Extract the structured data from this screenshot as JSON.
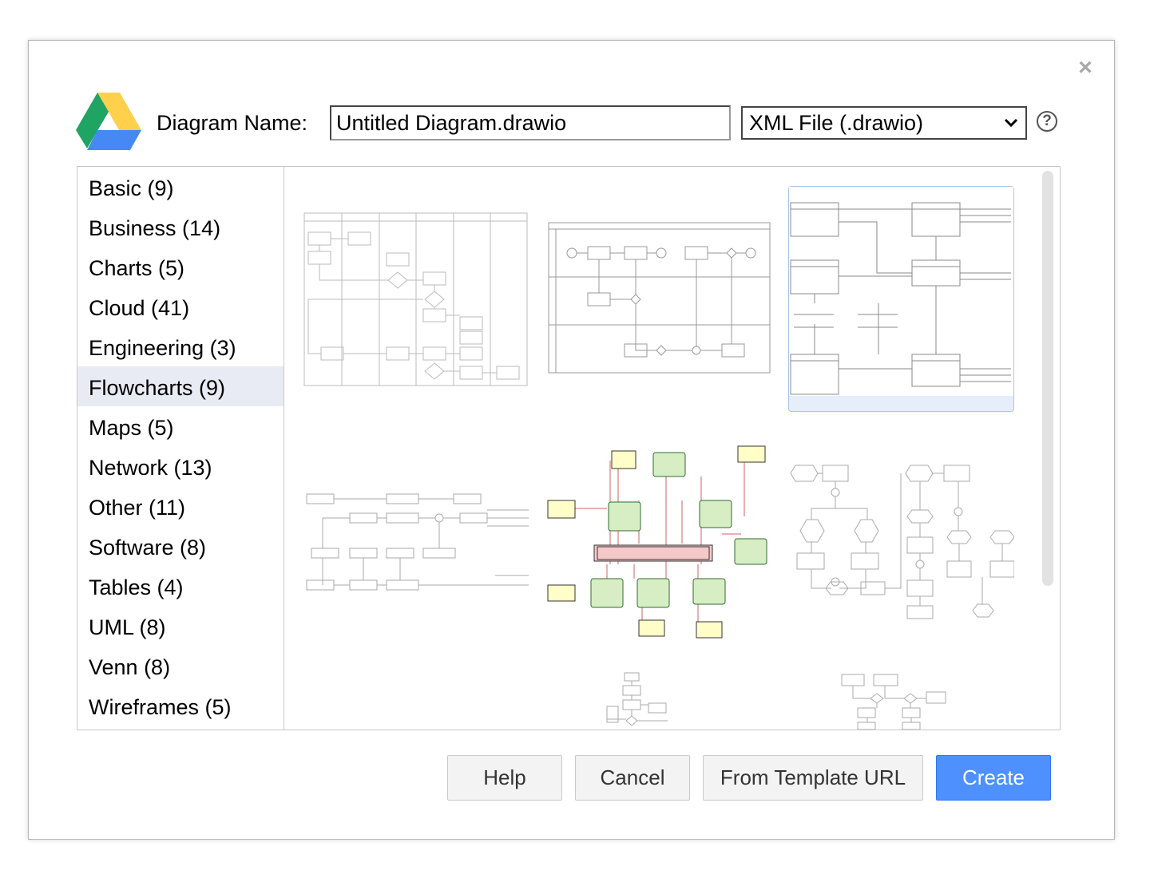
{
  "dialog": {
    "name_label": "Diagram Name:",
    "name_value": "Untitled Diagram.drawio",
    "format_value": "XML File (.drawio)",
    "help_glyph": "?",
    "close_glyph": "×"
  },
  "categories": [
    {
      "label": "Basic (9)"
    },
    {
      "label": "Business (14)"
    },
    {
      "label": "Charts (5)"
    },
    {
      "label": "Cloud (41)"
    },
    {
      "label": "Engineering (3)"
    },
    {
      "label": "Flowcharts (9)",
      "selected": true
    },
    {
      "label": "Maps (5)"
    },
    {
      "label": "Network (13)"
    },
    {
      "label": "Other (11)"
    },
    {
      "label": "Software (8)"
    },
    {
      "label": "Tables (4)"
    },
    {
      "label": "UML (8)"
    },
    {
      "label": "Venn (8)"
    },
    {
      "label": "Wireframes (5)"
    }
  ],
  "buttons": {
    "help": "Help",
    "cancel": "Cancel",
    "template_url": "From Template URL",
    "create": "Create"
  },
  "icons": {
    "close": "close-icon",
    "logo": "google-drive-icon",
    "help": "help-circle-icon",
    "dropdown": "chevron-down-icon"
  },
  "colors": {
    "accent": "#4d90fe",
    "selected_category": "#e8ebf3",
    "selected_template": "#e6eef9",
    "drive_green": "#1fa463",
    "drive_yellow": "#ffd04b",
    "drive_blue": "#4688f4"
  }
}
